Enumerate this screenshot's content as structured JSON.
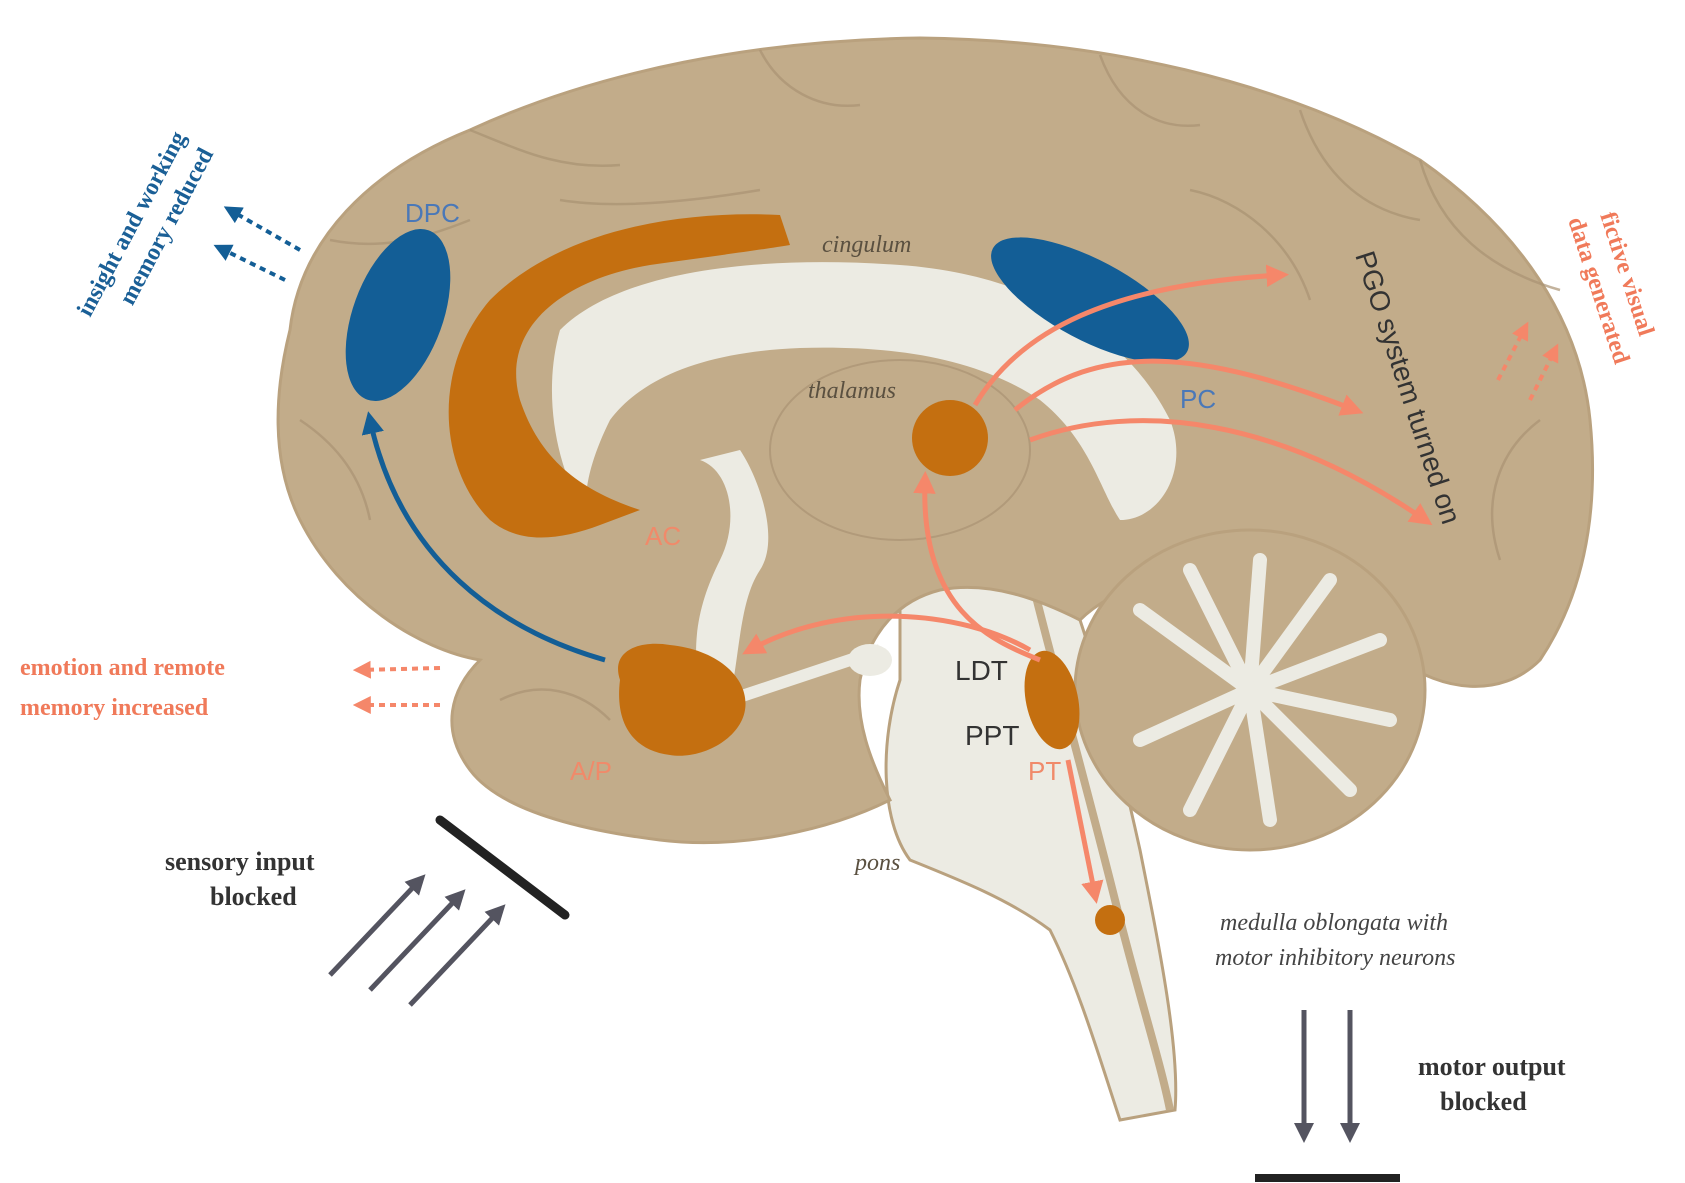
{
  "labels": {
    "dpc": "DPC",
    "cingulum": "cingulum",
    "thalamus": "thalamus",
    "pc": "PC",
    "ac": "AC",
    "ap": "A/P",
    "ldt": "LDT",
    "ppt": "PPT",
    "pt": "PT",
    "pons": "pons",
    "pgo": "PGO system turned on"
  },
  "side_notes": {
    "insight_line1": "insight and working",
    "insight_line2": "memory reduced",
    "fictive_line1": "fictive visual",
    "fictive_line2": "data generated",
    "emotion_line1": "emotion and remote",
    "emotion_line2": "memory increased",
    "sensory_line1": "sensory input",
    "sensory_line2": "blocked",
    "medulla_line1": "medulla oblongata with",
    "medulla_line2": "motor inhibitory neurons",
    "motor_line1": "motor output",
    "motor_line2": "blocked"
  },
  "colors": {
    "brain_tan": "#c2ac8a",
    "structure_orange": "#c46f10",
    "region_blue": "#135e96",
    "arrow_salmon": "#f5876a",
    "pale": "#ecebe3",
    "arrow_gray": "#545460"
  }
}
